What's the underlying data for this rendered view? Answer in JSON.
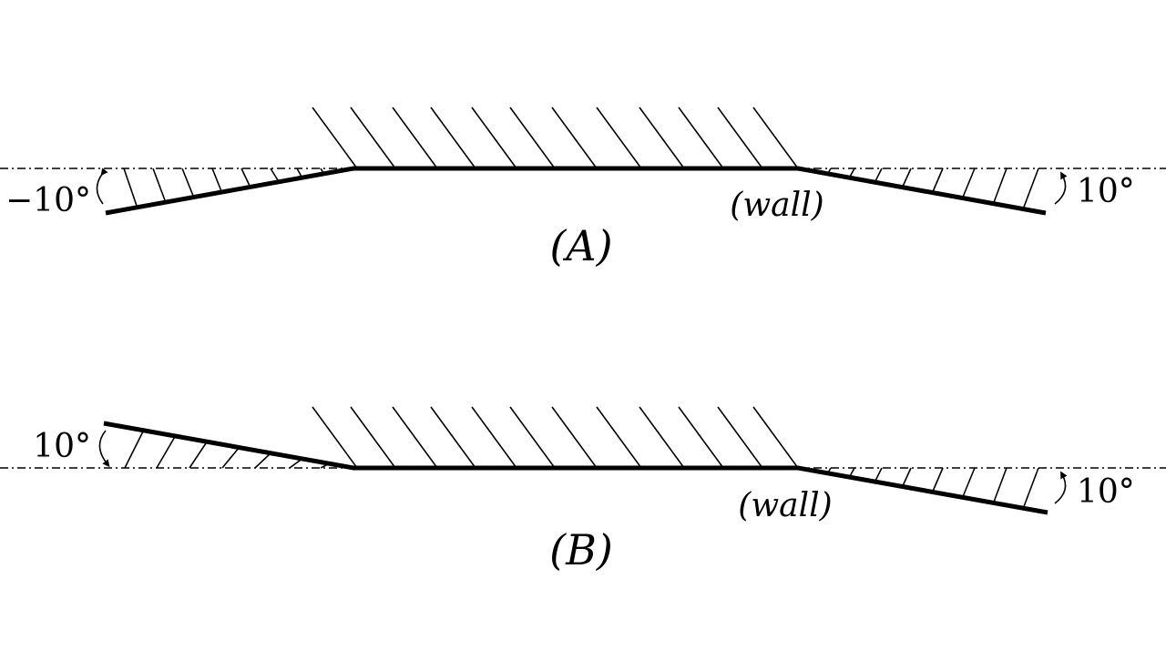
{
  "diagrams": [
    {
      "id": "A",
      "label": "(A)",
      "wall_label": "(wall)",
      "left_angle_label": "−10°",
      "right_angle_label": "10°",
      "left_angle_deg": -10,
      "right_angle_deg": 10
    },
    {
      "id": "B",
      "label": "(B)",
      "wall_label": "(wall)",
      "left_angle_label": "10°",
      "right_angle_label": "10°",
      "left_angle_deg": 10,
      "right_angle_deg": 10
    }
  ]
}
